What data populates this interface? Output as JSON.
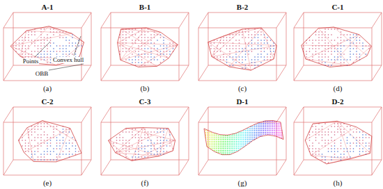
{
  "diagram": {
    "labels": [
      "A-1",
      "Points",
      "Convex hull",
      "OBB",
      "(a)",
      "B-1",
      "(b)",
      "B-2",
      "(c)",
      "C-1",
      "(d)",
      "C-2",
      "(e)",
      "C-3",
      "(f)",
      "D-1",
      "(g)",
      "D-2",
      "(h)"
    ]
  }
}
